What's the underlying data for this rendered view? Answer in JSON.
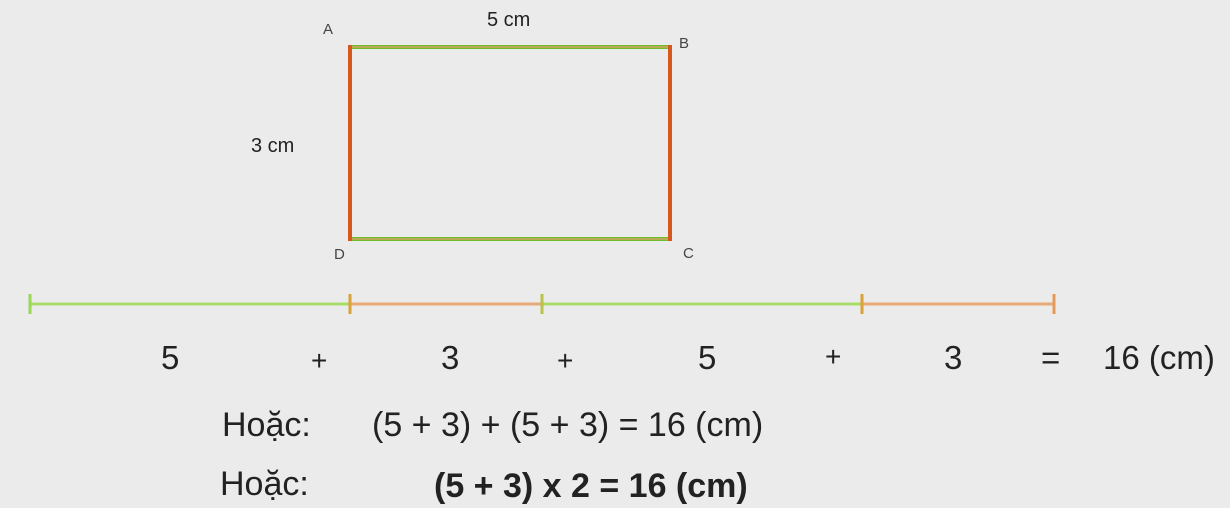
{
  "colors": {
    "background": "#ebebeb",
    "width_color": "#9bd654",
    "length_color": "#e49a5a",
    "rect_width_color": "#6fbf2a",
    "rect_length_color": "#d6581c",
    "text": "#222222"
  },
  "rectangle": {
    "vertices": {
      "a": "A",
      "b": "B",
      "c": "C",
      "d": "D"
    },
    "length_label": "5 cm",
    "width_label": "3 cm"
  },
  "sum_line": {
    "terms": [
      "5",
      "3",
      "5",
      "3"
    ],
    "plus": "+",
    "equals": "=",
    "result": "16 (cm)"
  },
  "alternatives": [
    {
      "prefix": "Hoặc:",
      "expression": "(5 + 3) + (5 + 3) = 16 (cm)"
    },
    {
      "prefix": "Hoặc:",
      "expression": "(5 + 3) x 2 = 16 (cm)"
    }
  ]
}
